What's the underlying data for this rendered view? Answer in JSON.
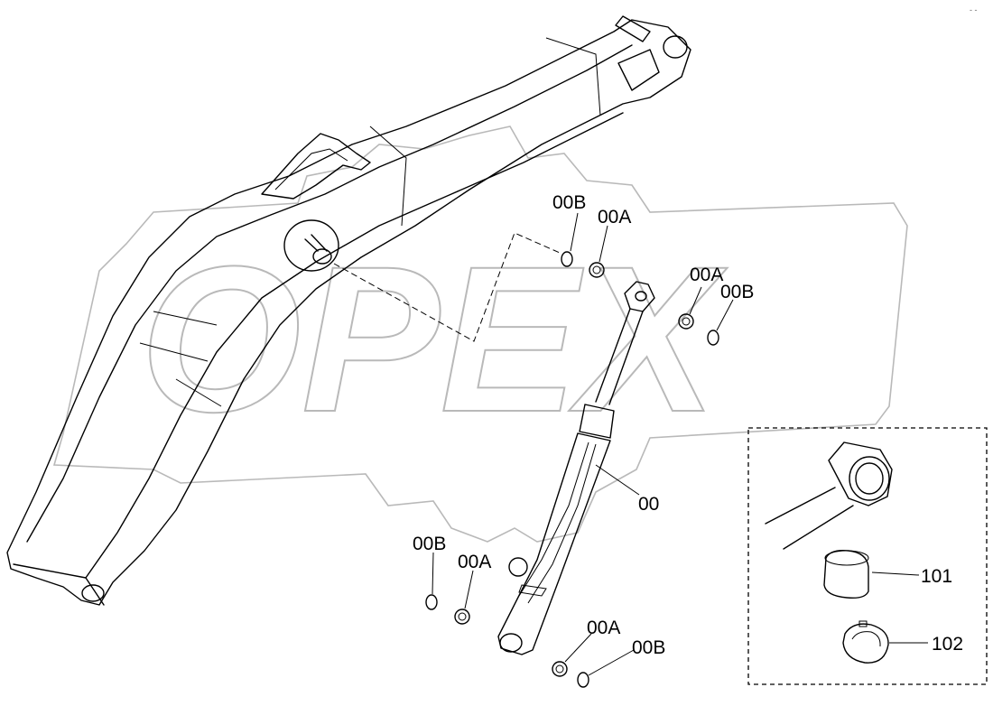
{
  "watermark": {
    "text": "OPEX"
  },
  "corner_mark": "- -",
  "callouts": {
    "c1": "00B",
    "c2": "00A",
    "c3": "00A",
    "c4": "00B",
    "c5": "00",
    "c6": "00B",
    "c7": "00A",
    "c8": "00A",
    "c9": "00B",
    "c10": "101",
    "c11": "102"
  }
}
